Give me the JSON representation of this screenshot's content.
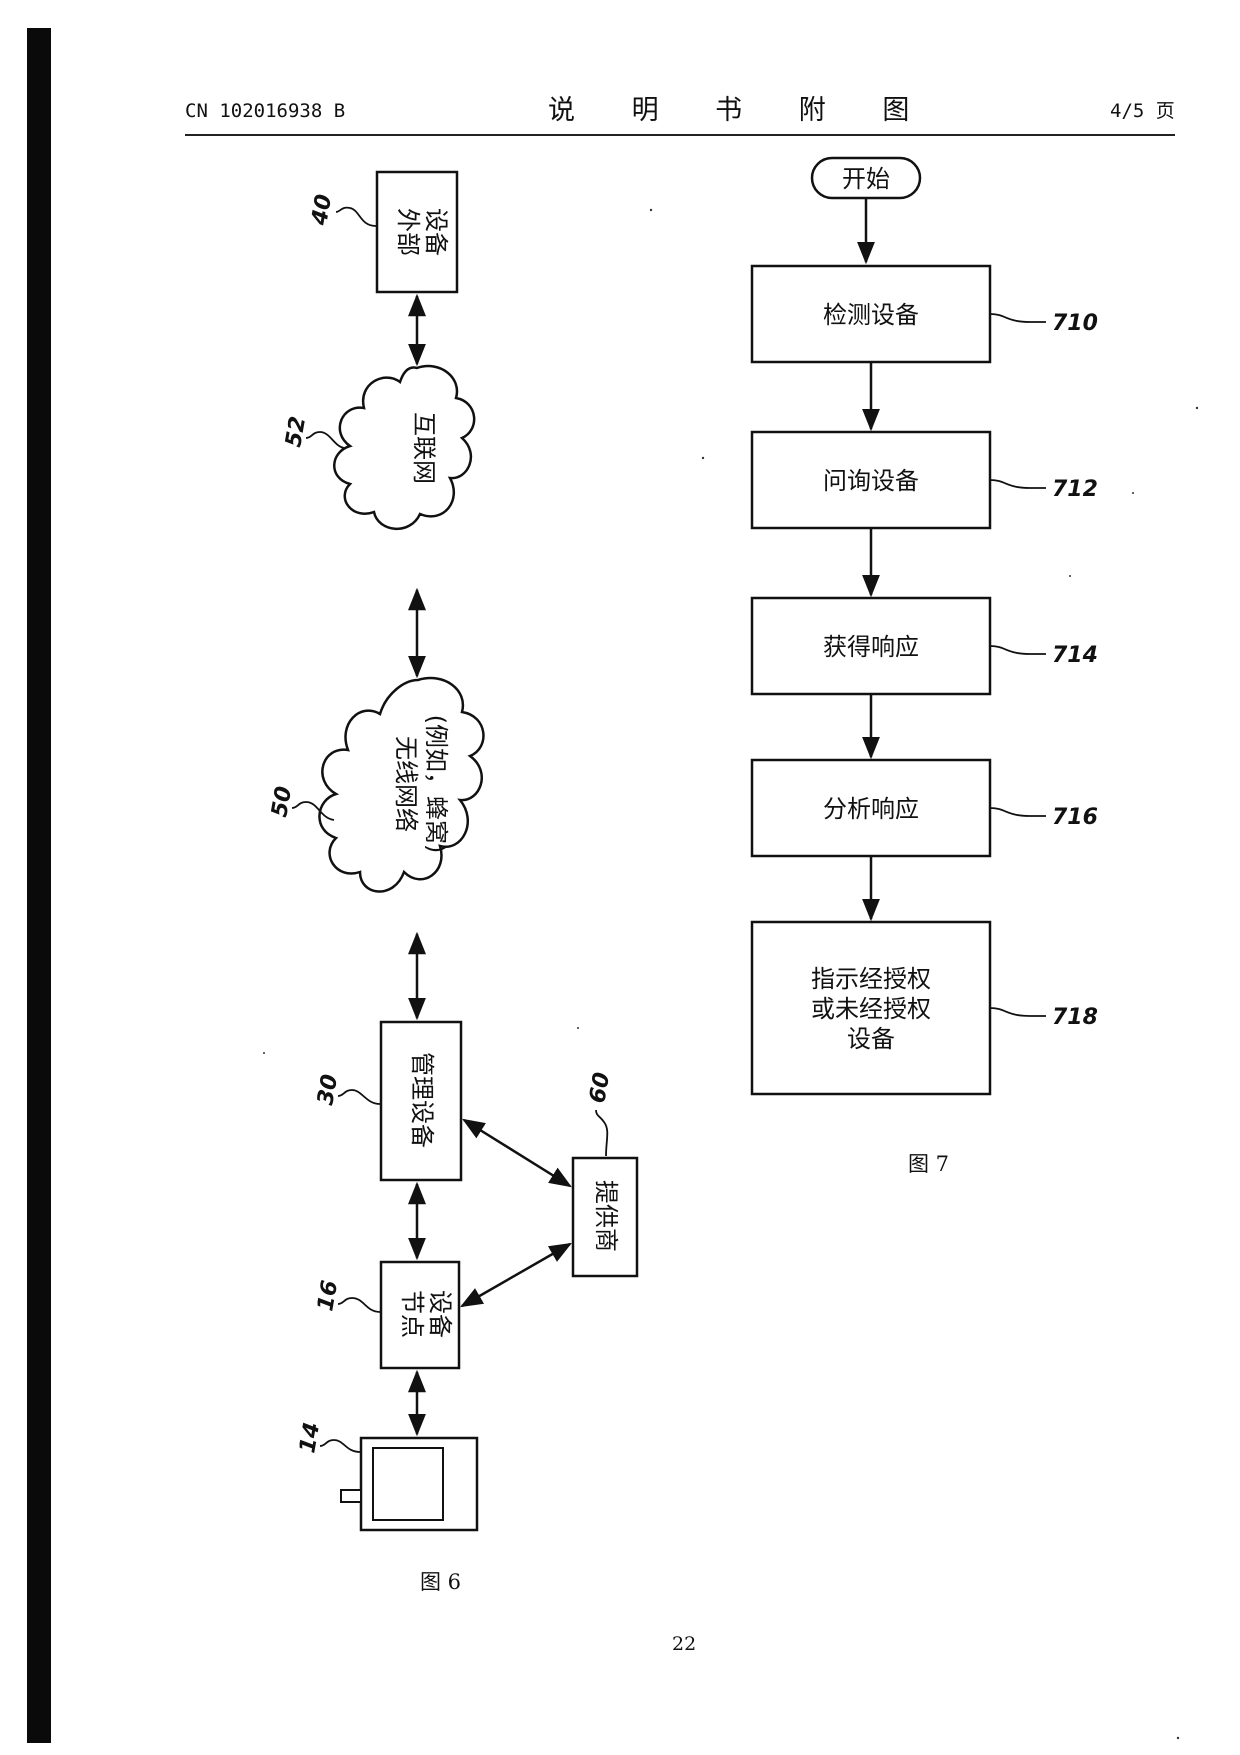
{
  "header": {
    "patent_no": "CN 102016938 B",
    "title": "说 明 书 附 图",
    "page_of": "4/5 页"
  },
  "fig6": {
    "caption": "图 6",
    "nodes": [
      {
        "id": "external-device",
        "ref": "40",
        "label": [
          "外部",
          "设备"
        ]
      },
      {
        "id": "internet",
        "ref": "52",
        "label": [
          "互联网"
        ]
      },
      {
        "id": "wireless-network",
        "ref": "50",
        "label": [
          "无线网络",
          "(例如，蜂窝)"
        ]
      },
      {
        "id": "management-device",
        "ref": "30",
        "label": [
          "管理设备"
        ]
      },
      {
        "id": "provider",
        "ref": "60",
        "label": [
          "提供商"
        ]
      },
      {
        "id": "node-device",
        "ref": "16",
        "label": [
          "节点",
          "设备"
        ]
      },
      {
        "id": "handset",
        "ref": "14",
        "label": []
      }
    ]
  },
  "fig7": {
    "caption": "图 7",
    "start": "开始",
    "steps": [
      {
        "ref": "710",
        "label": [
          "检测设备"
        ]
      },
      {
        "ref": "712",
        "label": [
          "问询设备"
        ]
      },
      {
        "ref": "714",
        "label": [
          "获得响应"
        ]
      },
      {
        "ref": "716",
        "label": [
          "分析响应"
        ]
      },
      {
        "ref": "718",
        "label": [
          "指示经授权",
          "或未经授权",
          "设备"
        ]
      }
    ]
  },
  "page_number": "22"
}
